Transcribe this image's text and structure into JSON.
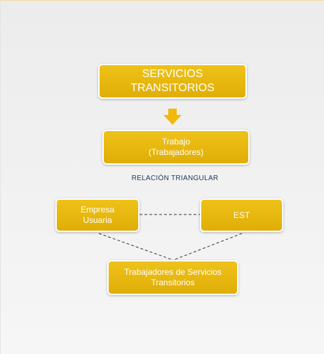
{
  "diagram": {
    "nodes": {
      "servicios": {
        "lines": [
          "SERVICIOS",
          "TRANSITORIOS"
        ]
      },
      "trabajo": {
        "lines": [
          "Trabajo",
          "(Trabajadores)"
        ]
      },
      "empresa": {
        "lines": [
          "Empresa",
          "Usuaria"
        ]
      },
      "est": {
        "lines": [
          "EST"
        ]
      },
      "trabajadores_servicios": {
        "lines": [
          "Trabajadores de Servicios",
          "Transitorios"
        ]
      }
    },
    "relation_label": "RELACIÓN TRIANGULAR",
    "edges": [
      {
        "from": "servicios",
        "to": "trabajo",
        "style": "arrow"
      },
      {
        "from": "empresa",
        "to": "est",
        "style": "dashed"
      },
      {
        "from": "empresa",
        "to": "trabajadores_servicios",
        "style": "dashed"
      },
      {
        "from": "est",
        "to": "trabajadores_servicios",
        "style": "dashed"
      }
    ],
    "colors": {
      "box_fill": "#e8b60e",
      "box_border": "#ffffff",
      "box_text": "#ffffff",
      "arrow": "#f2b80a",
      "label_text": "#1f3a5a",
      "dashed_line": "#333333"
    }
  }
}
